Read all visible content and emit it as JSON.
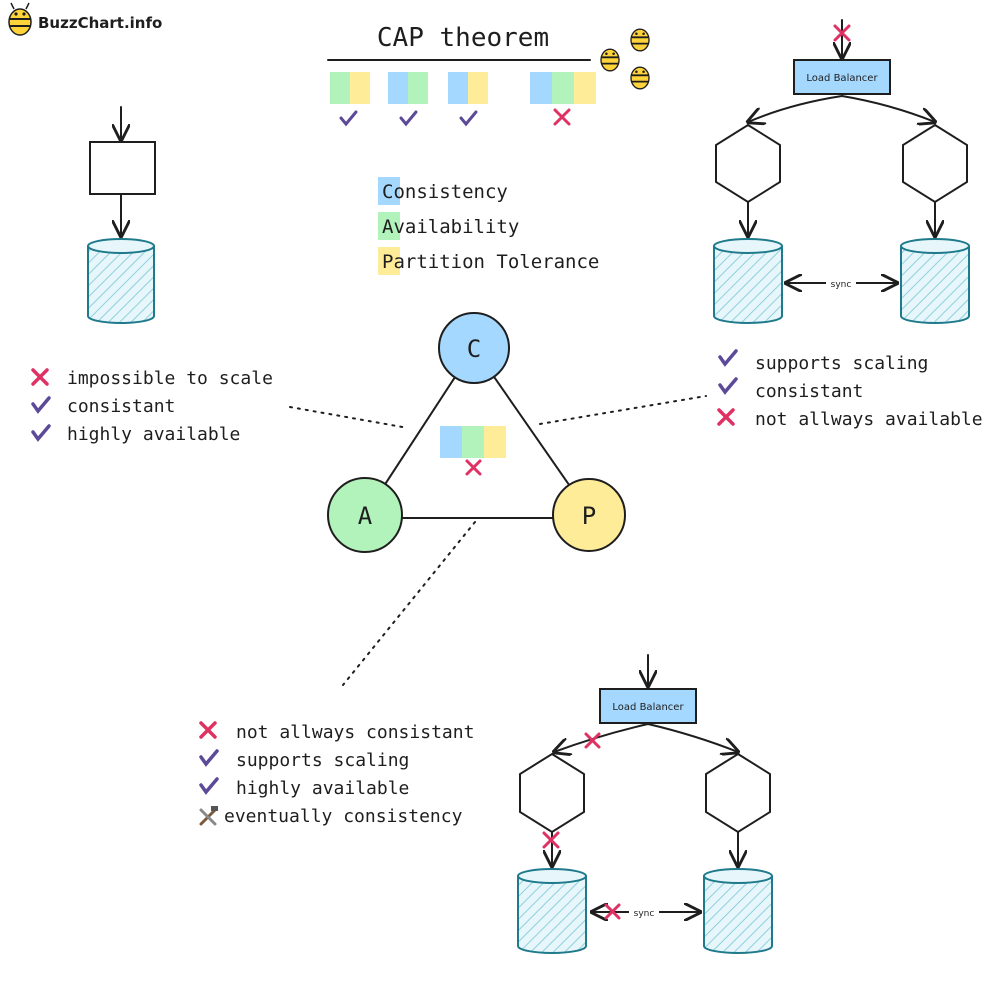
{
  "brand": {
    "name": "BuzzChart.info",
    "logo_icon": "bee-icon"
  },
  "title": "CAP theorem",
  "colors": {
    "consistency": "#a5d8ff",
    "availability": "#b2f2bb",
    "partition": "#ffec99",
    "check": "#5c4a99",
    "cross": "#e03163",
    "db_stroke": "#1f7a8c",
    "db_fill": "#cfeef5",
    "lb_fill": "#a5d8ff"
  },
  "legend": [
    {
      "key": "C",
      "label": "Consistency",
      "color_key": "consistency"
    },
    {
      "key": "A",
      "label": "Availability",
      "color_key": "availability"
    },
    {
      "key": "P",
      "label": "Partition Tolerance",
      "color_key": "partition"
    }
  ],
  "triangle": {
    "nodes": [
      {
        "id": "c",
        "label": "C",
        "color_key": "consistency"
      },
      {
        "id": "a",
        "label": "A",
        "color_key": "availability"
      },
      {
        "id": "p",
        "label": "P",
        "color_key": "partition"
      }
    ]
  },
  "left_scenario": {
    "points": [
      {
        "icon": "cross",
        "text": "impossible to scale"
      },
      {
        "icon": "check",
        "text": "consistant"
      },
      {
        "icon": "check",
        "text": "highly available"
      }
    ]
  },
  "right_scenario": {
    "load_balancer": "Load Balancer",
    "sync_label": "sync",
    "points": [
      {
        "icon": "check",
        "text": "supports scaling"
      },
      {
        "icon": "check",
        "text": "consistant"
      },
      {
        "icon": "cross",
        "text": "not allways available"
      }
    ]
  },
  "bottom_scenario": {
    "load_balancer": "Load Balancer",
    "sync_label": "sync",
    "points": [
      {
        "icon": "cross",
        "text": "not allways consistant"
      },
      {
        "icon": "check",
        "text": "supports scaling"
      },
      {
        "icon": "check",
        "text": "highly available"
      },
      {
        "icon": "tools",
        "text": "eventually consistency"
      }
    ]
  }
}
